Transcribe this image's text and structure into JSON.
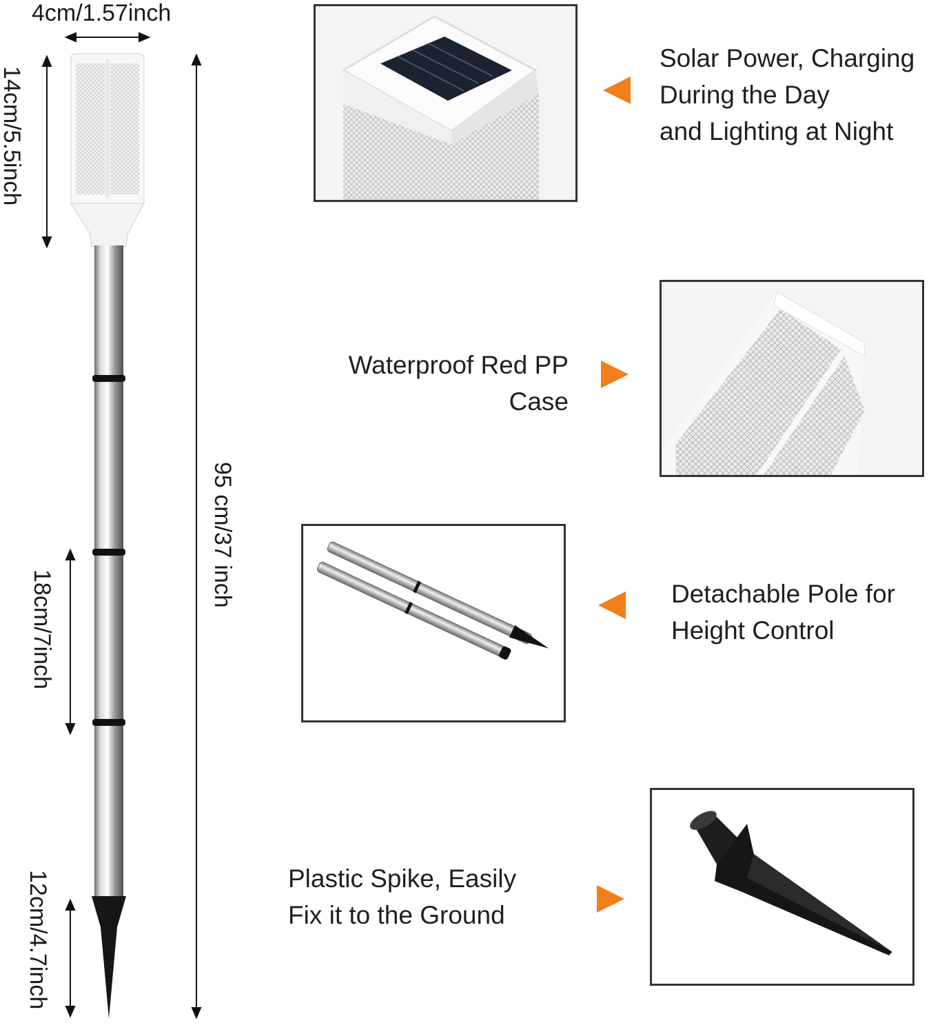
{
  "dimensions": {
    "head_width": "4cm/1.57inch",
    "head_height": "14cm/5.5inch",
    "total_height": "95 cm/37 inch",
    "segment_length": "18cm/7inch",
    "spike_length": "12cm/4.7inch"
  },
  "features": [
    {
      "lines": [
        "Solar Power, Charging",
        "During the Day",
        "and Lighting at Night"
      ],
      "image_icon": "solar-panel-top-icon"
    },
    {
      "lines": [
        "Waterproof Red PP",
        "Case"
      ],
      "image_icon": "mesh-case-icon"
    },
    {
      "lines": [
        "Detachable Pole for",
        "Height Control"
      ],
      "image_icon": "detachable-pole-icon"
    },
    {
      "lines": [
        "Plastic Spike, Easily",
        "Fix it to the Ground"
      ],
      "image_icon": "plastic-spike-icon"
    }
  ],
  "colors": {
    "accent_arrow": "#f07f1c",
    "frame": "#333333"
  }
}
